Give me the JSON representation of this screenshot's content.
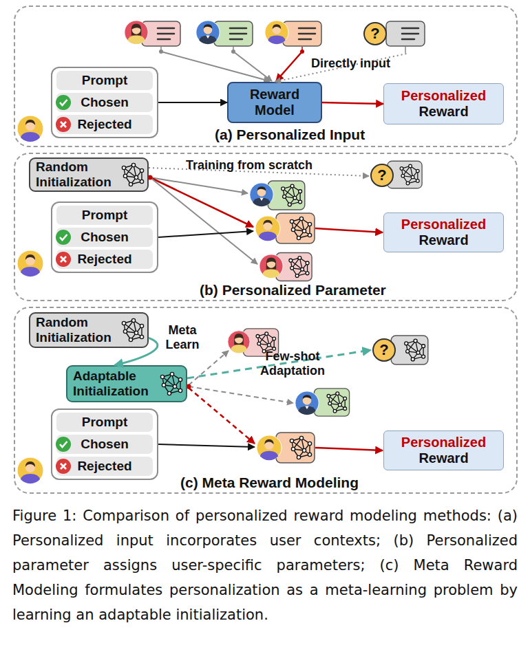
{
  "diagram": {
    "caption": "Figure 1: Comparison of personalized reward modeling methods: (a) Personalized input incorporates user contexts; (b) Personalized parameter assigns user-specific parameters; (c) Meta Reward Modeling formulates personalization as a meta-learning problem by learning an adaptable initialization.",
    "nodes": [
      {
        "text": [
          "(a) Personalized Input"
        ]
      },
      {
        "text": [
          "?"
        ],
        "in": 0
      },
      {
        "text": [
          "Prompt",
          "Chosen",
          "Rejected"
        ],
        "in": 0
      },
      {
        "text": [
          "Reward Model"
        ],
        "in": 0
      },
      {
        "text": [
          "Personalized Reward"
        ],
        "in": 0
      },
      {
        "text": [
          "(b) Personalized Parameter"
        ]
      },
      {
        "text": [
          "Random Initialization"
        ],
        "in": 5
      },
      {
        "text": [
          "?"
        ],
        "in": 5
      },
      {
        "text": [
          "Prompt",
          "Chosen",
          "Rejected"
        ],
        "in": 5
      },
      {
        "text": [
          "Personalized Reward"
        ],
        "in": 5
      },
      {
        "text": [
          "(c) Meta Reward Modeling"
        ]
      },
      {
        "text": [
          "Random Initialization"
        ],
        "in": 10
      },
      {
        "text": [
          "?"
        ],
        "in": 10
      },
      {
        "text": [
          "Adaptable Initialization"
        ],
        "in": 10
      },
      {
        "text": [
          "Prompt",
          "Chosen",
          "Rejected"
        ],
        "in": 10
      },
      {
        "text": [
          "Personalized Reward"
        ],
        "in": 10
      }
    ],
    "edges": [
      {
        "from": 1,
        "to": 3,
        "label": "Directly input",
        "arrow": "to"
      },
      {
        "from": 2,
        "to": 3,
        "arrow": "to"
      },
      {
        "from": 3,
        "to": 4,
        "arrow": "to"
      },
      {
        "from": 6,
        "to": 7,
        "label": "Training from scratch",
        "arrow": "to"
      },
      {
        "from": 11,
        "to": 13,
        "label": "Meta Learn",
        "arrow": "to"
      },
      {
        "from": 13,
        "to": 12,
        "label": "Few-shot Adaptation",
        "arrow": "to"
      }
    ]
  }
}
